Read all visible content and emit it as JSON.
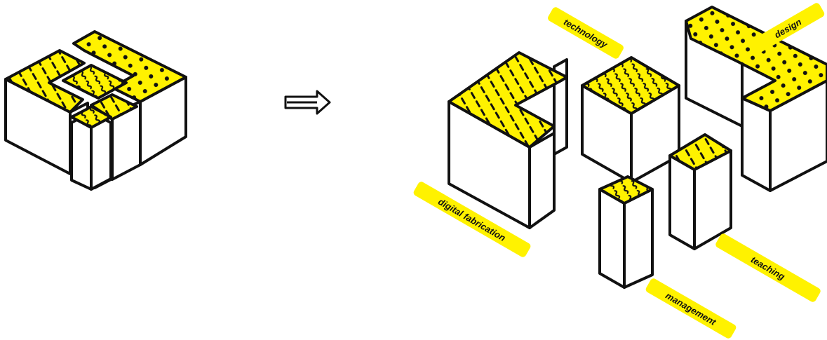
{
  "colors": {
    "accent": "#fff200",
    "ink": "#111111",
    "face": "#ffffff"
  },
  "labels": {
    "technology": "technology",
    "design": "design",
    "digital_fabrication": "digital fabrication",
    "teaching": "teaching",
    "management": "management"
  },
  "arrow": {
    "glyph": "⇨"
  }
}
